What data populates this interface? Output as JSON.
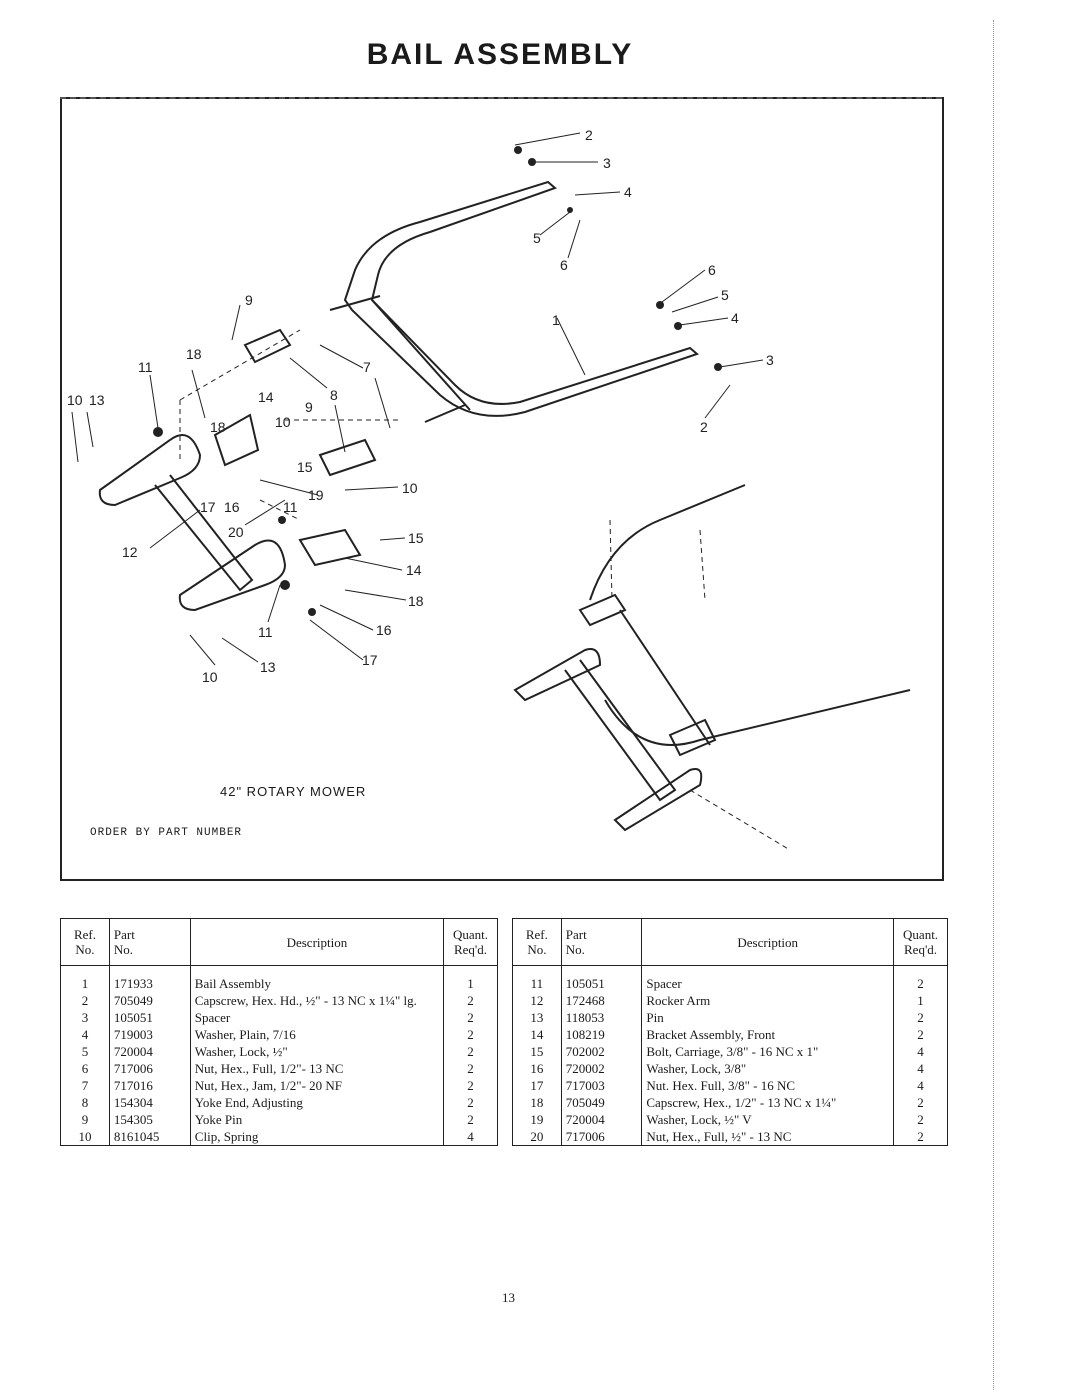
{
  "title": "BAIL ASSEMBLY",
  "figure": {
    "caption": "42\" ROTARY MOWER",
    "order_note": "ORDER BY PART NUMBER",
    "callouts": [
      "2",
      "3",
      "4",
      "5",
      "6",
      "6",
      "5",
      "4",
      "3",
      "2",
      "1",
      "7",
      "8",
      "9",
      "10",
      "11",
      "12",
      "13",
      "14",
      "15",
      "16",
      "17",
      "18",
      "19",
      "20",
      "9",
      "10",
      "11",
      "13",
      "10",
      "14",
      "15",
      "16",
      "17",
      "18",
      "10",
      "11",
      "18"
    ]
  },
  "table_headers": {
    "ref": "Ref.",
    "ref2": "No.",
    "part": "Part",
    "part2": "No.",
    "description": "Description",
    "quant": "Quant.",
    "quant2": "Req'd."
  },
  "parts_left": [
    {
      "ref": "1",
      "part": "171933",
      "desc": "Bail Assembly",
      "qty": "1"
    },
    {
      "ref": "2",
      "part": "705049",
      "desc": "Capscrew, Hex. Hd., ½\" - 13 NC x 1¼\" lg.",
      "qty": "2"
    },
    {
      "ref": "3",
      "part": "105051",
      "desc": "Spacer",
      "qty": "2"
    },
    {
      "ref": "4",
      "part": "719003",
      "desc": "Washer, Plain, 7/16",
      "qty": "2"
    },
    {
      "ref": "5",
      "part": "720004",
      "desc": "Washer, Lock, ½\"",
      "qty": "2"
    },
    {
      "ref": "6",
      "part": "717006",
      "desc": "Nut, Hex., Full, 1/2\"- 13 NC",
      "qty": "2"
    },
    {
      "ref": "7",
      "part": "717016",
      "desc": "Nut, Hex., Jam, 1/2\"- 20 NF",
      "qty": "2"
    },
    {
      "ref": "8",
      "part": "154304",
      "desc": "Yoke End, Adjusting",
      "qty": "2"
    },
    {
      "ref": "9",
      "part": "154305",
      "desc": "Yoke Pin",
      "qty": "2"
    },
    {
      "ref": "10",
      "part": "8161045",
      "desc": "Clip, Spring",
      "qty": "4"
    }
  ],
  "parts_right": [
    {
      "ref": "11",
      "part": "105051",
      "desc": "Spacer",
      "qty": "2"
    },
    {
      "ref": "12",
      "part": "172468",
      "desc": "Rocker Arm",
      "qty": "1"
    },
    {
      "ref": "13",
      "part": "118053",
      "desc": "Pin",
      "qty": "2"
    },
    {
      "ref": "14",
      "part": "108219",
      "desc": "Bracket Assembly, Front",
      "qty": "2"
    },
    {
      "ref": "15",
      "part": "702002",
      "desc": "Bolt, Carriage, 3/8\" - 16 NC x 1\"",
      "qty": "4"
    },
    {
      "ref": "16",
      "part": "720002",
      "desc": "Washer, Lock, 3/8\"",
      "qty": "4"
    },
    {
      "ref": "17",
      "part": "717003",
      "desc": "Nut. Hex. Full, 3/8\" - 16 NC",
      "qty": "4"
    },
    {
      "ref": "18",
      "part": "705049",
      "desc": "Capscrew, Hex., 1/2\" - 13 NC x 1¼\"",
      "qty": "2"
    },
    {
      "ref": "19",
      "part": "720004",
      "desc": "Washer, Lock, ½\" V",
      "qty": "2"
    },
    {
      "ref": "20",
      "part": "717006",
      "desc": "Nut, Hex., Full, ½\" - 13 NC",
      "qty": "2"
    }
  ],
  "page_number": "13"
}
